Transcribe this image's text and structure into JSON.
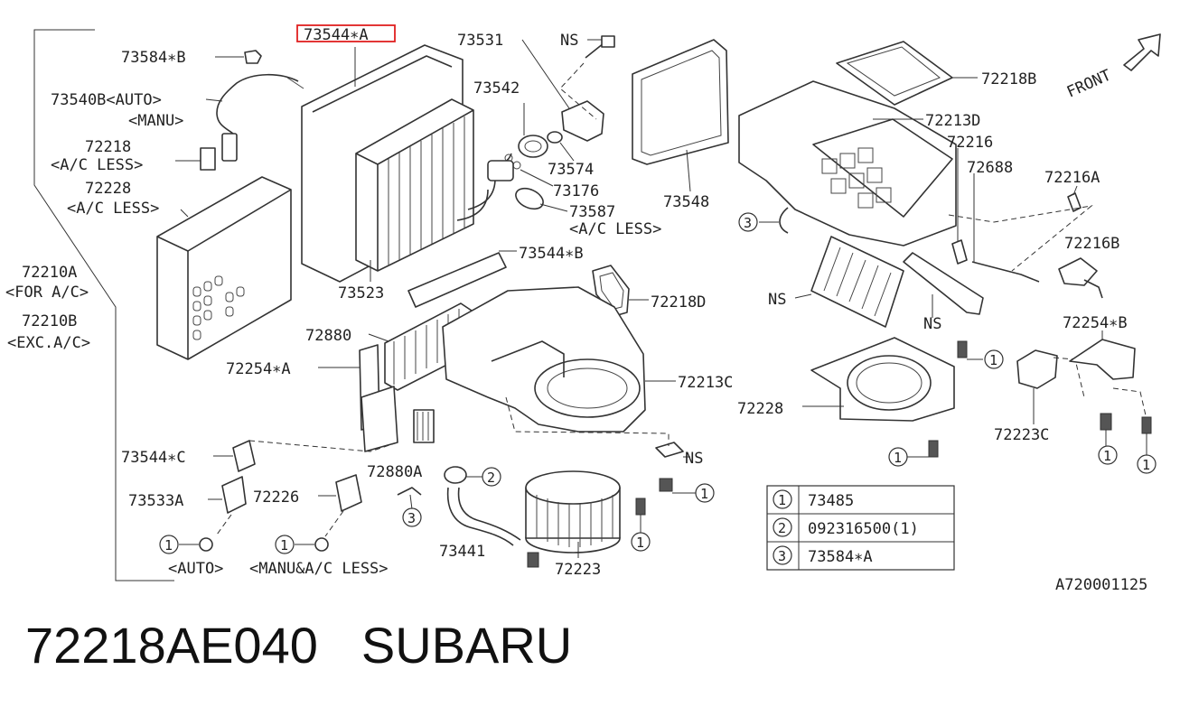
{
  "diagram": {
    "labels": {
      "p73544_a": "73544∗A",
      "p73584_b": "73584∗B",
      "p73540b": "73540B<AUTO>",
      "manu": "<MANU>",
      "p72218": "72218",
      "ac_less_1": "<A/C LESS>",
      "p72228_top": "72228",
      "ac_less_2": "<A/C LESS>",
      "p72210a": "72210A",
      "for_ac": "<FOR A/C>",
      "p72210b": "72210B",
      "exc_ac": "<EXC.A/C>",
      "p73531": "73531",
      "ns_top": "NS",
      "p73542": "73542",
      "p73574": "73574",
      "p73176": "73176",
      "p73587": "73587",
      "ac_less_3": "<A/C LESS>",
      "p73523": "73523",
      "p73544_b": "73544∗B",
      "p72218d": "72218D",
      "p72880": "72880",
      "p72254_a": "72254∗A",
      "p72213c": "72213C",
      "p73544_c": "73544∗C",
      "p72880a": "72880A",
      "p73533a": "73533A",
      "p72226": "72226",
      "p73441": "73441",
      "p72223": "72223",
      "auto_bottom": "<AUTO>",
      "manu_ac_less": "<MANU&A/C LESS>",
      "ns_mid": "NS",
      "p73548": "73548",
      "p72218b": "72218B",
      "front": "FRONT",
      "p72213d": "72213D",
      "p72216": "72216",
      "p72688": "72688",
      "p72216a": "72216A",
      "p72216b": "72216B",
      "ns_filter": "NS",
      "ns_cover": "NS",
      "p72254_b": "72254∗B",
      "p72228_bottom": "72228",
      "p72223c": "72223C",
      "ref_id": "A720001125"
    },
    "callouts": {
      "one": "1",
      "two": "2",
      "three": "3"
    },
    "legend": [
      {
        "num": "1",
        "part": "73485"
      },
      {
        "num": "2",
        "part": "092316500(1)"
      },
      {
        "num": "3",
        "part": "73584∗A"
      }
    ],
    "highlight_color": "#e02020"
  },
  "caption": {
    "part_number": "72218AE040",
    "brand": "SUBARU"
  }
}
